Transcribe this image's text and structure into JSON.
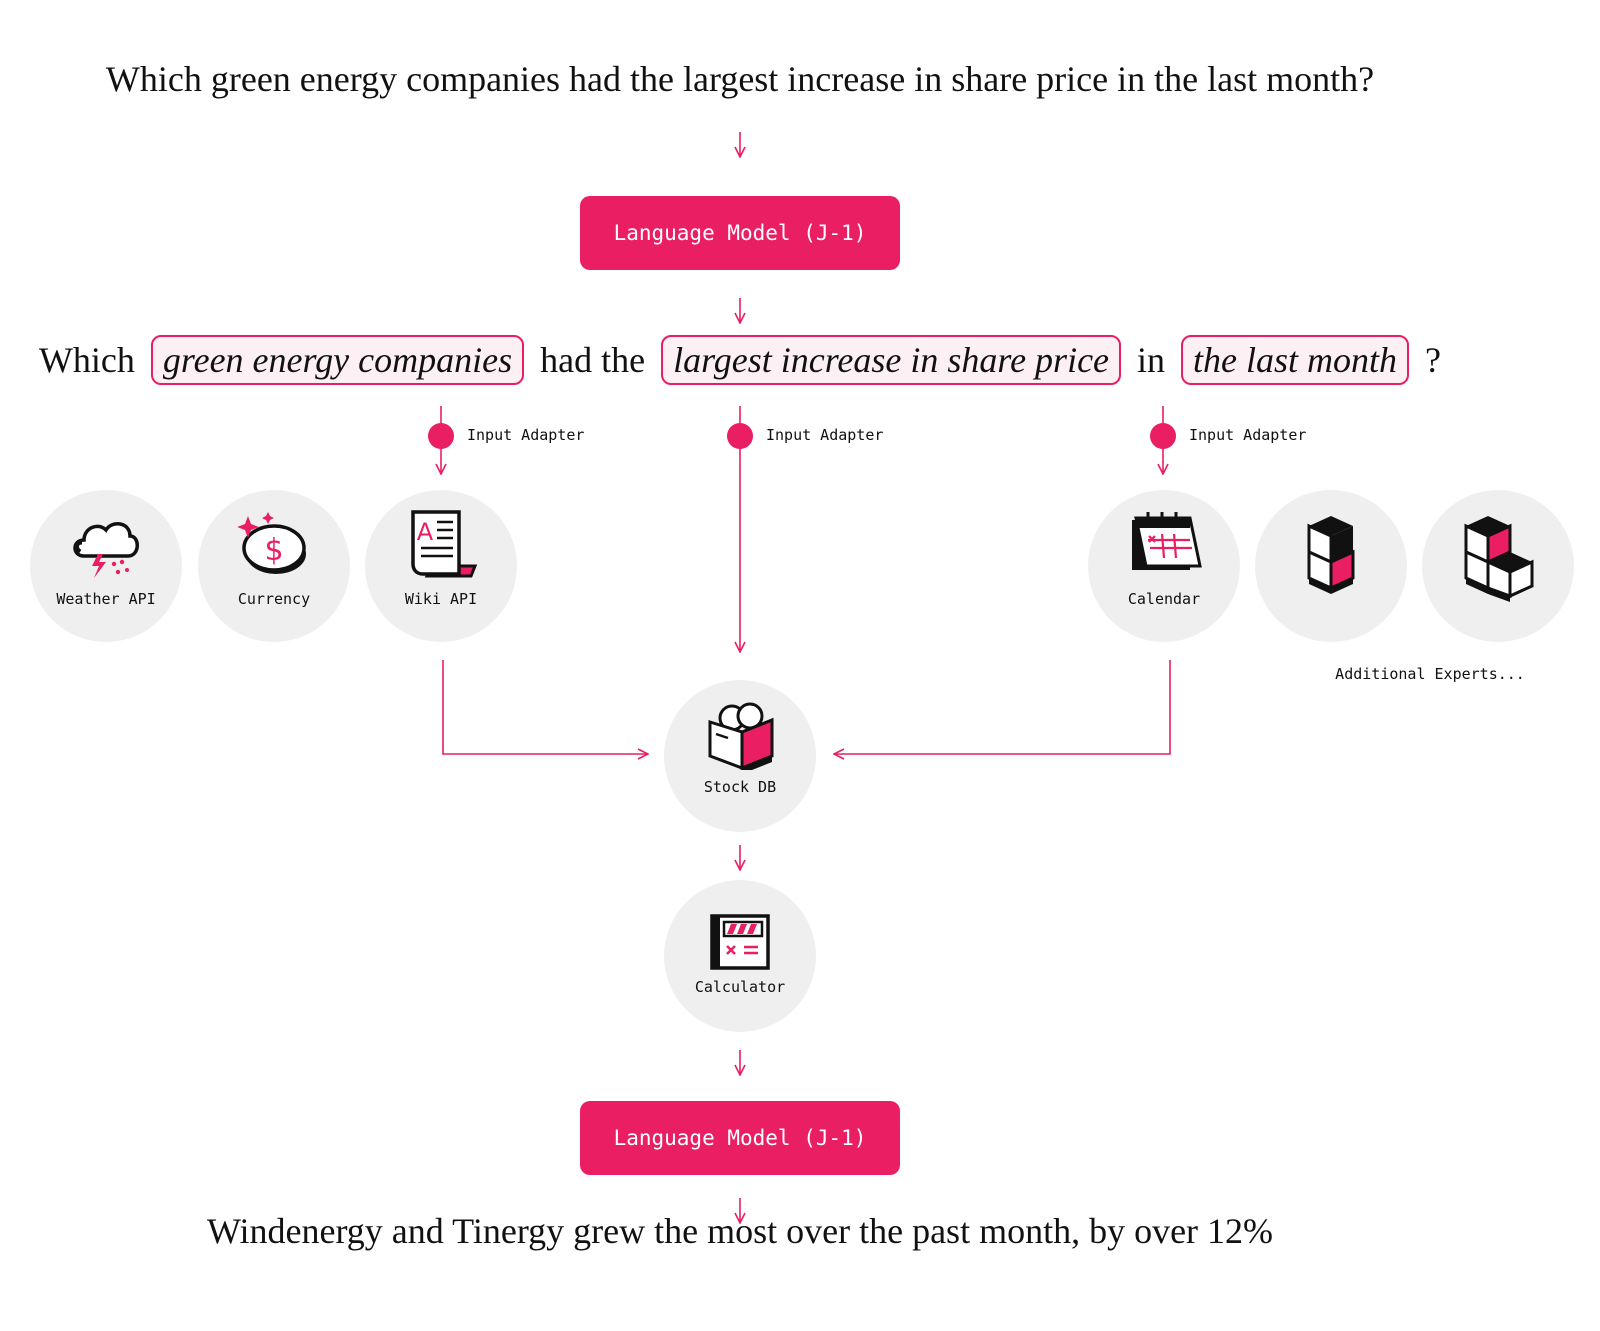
{
  "question": "Which green energy companies had the largest increase in share price in the last month?",
  "language_model": {
    "label": "Language Model (J-1)"
  },
  "parsed_query": {
    "parts": [
      "Which",
      "green energy companies",
      "had the",
      "largest increase in share price",
      "in",
      "the last month",
      "?"
    ]
  },
  "input_adapter_label": "Input Adapter",
  "experts": {
    "weather": "Weather API",
    "currency": "Currency",
    "wiki": "Wiki API",
    "calendar": "Calendar",
    "stock_db": "Stock DB",
    "calculator": "Calculator",
    "additional": "Additional Experts..."
  },
  "answer": "Windenergy and Tinergy grew the most over the past month, by over 12%",
  "colors": {
    "accent": "#e91e63",
    "circle_fill": "#efefef",
    "chip_fill": "#fdf0f5",
    "ink": "#111111"
  },
  "icons": [
    "cloud-lightning-icon",
    "coin-icon",
    "document-icon",
    "calendar-icon",
    "cubes-icon",
    "box-icon",
    "calculator-icon"
  ]
}
